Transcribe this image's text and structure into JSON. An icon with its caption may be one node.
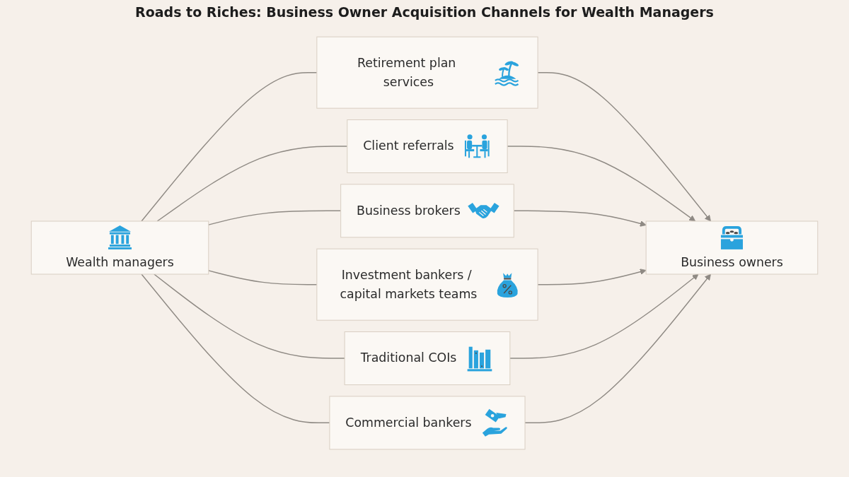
{
  "diagram": {
    "title": "Roads to Riches: Business Owner Acquisition Channels for Wealth Managers",
    "nodes": [
      {
        "text": [
          "Wealth managers"
        ]
      },
      {
        "text": [
          "Retirement plan services"
        ]
      },
      {
        "text": [
          "Client referrals"
        ]
      },
      {
        "text": [
          "Business brokers"
        ]
      },
      {
        "text": [
          "Investment bankers / capital markets teams"
        ]
      },
      {
        "text": [
          "Traditional COIs"
        ]
      },
      {
        "text": [
          "Commercial bankers"
        ]
      },
      {
        "text": [
          "Business owners"
        ]
      }
    ],
    "edges": [
      {
        "from": 0,
        "to": 1,
        "arrow": "none"
      },
      {
        "from": 0,
        "to": 2,
        "arrow": "none"
      },
      {
        "from": 0,
        "to": 3,
        "arrow": "none"
      },
      {
        "from": 0,
        "to": 4,
        "arrow": "none"
      },
      {
        "from": 0,
        "to": 5,
        "arrow": "none"
      },
      {
        "from": 0,
        "to": 6,
        "arrow": "none"
      },
      {
        "from": 1,
        "to": 7,
        "arrow": "to"
      },
      {
        "from": 2,
        "to": 7,
        "arrow": "to"
      },
      {
        "from": 3,
        "to": 7,
        "arrow": "to"
      },
      {
        "from": 4,
        "to": 7,
        "arrow": "to"
      },
      {
        "from": 5,
        "to": 7,
        "arrow": "to"
      },
      {
        "from": 6,
        "to": 7,
        "arrow": "to"
      }
    ]
  }
}
